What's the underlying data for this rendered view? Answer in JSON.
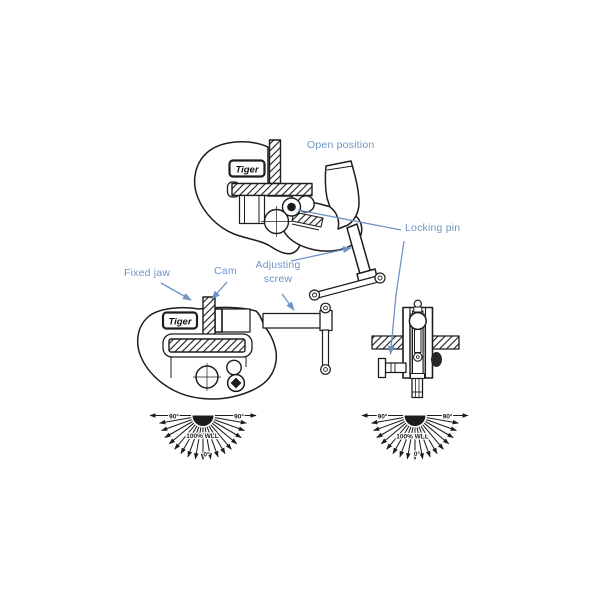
{
  "title": "Tiger beam clamp technical diagram",
  "brand": {
    "logo_text": "Tiger"
  },
  "labels": {
    "open_position": "Open position",
    "locking_pin": "Locking pin",
    "fixed_jaw": "Fixed jaw",
    "cam": "Cam",
    "adjusting_screw": "Adjusting screw"
  },
  "load_angle_fans": [
    {
      "left_angle": "90°",
      "right_angle": "90°",
      "wll": "100% WLL",
      "bottom_angle": "0°"
    },
    {
      "left_angle": "90°",
      "right_angle": "90°",
      "wll": "100% WLL",
      "bottom_angle": "0°"
    }
  ],
  "colors": {
    "label_blue": "#6f93c5",
    "line": "#1d1d1d",
    "metal_gray": "#a8a8a8",
    "dark_fill": "#262626",
    "background": "#ffffff"
  }
}
